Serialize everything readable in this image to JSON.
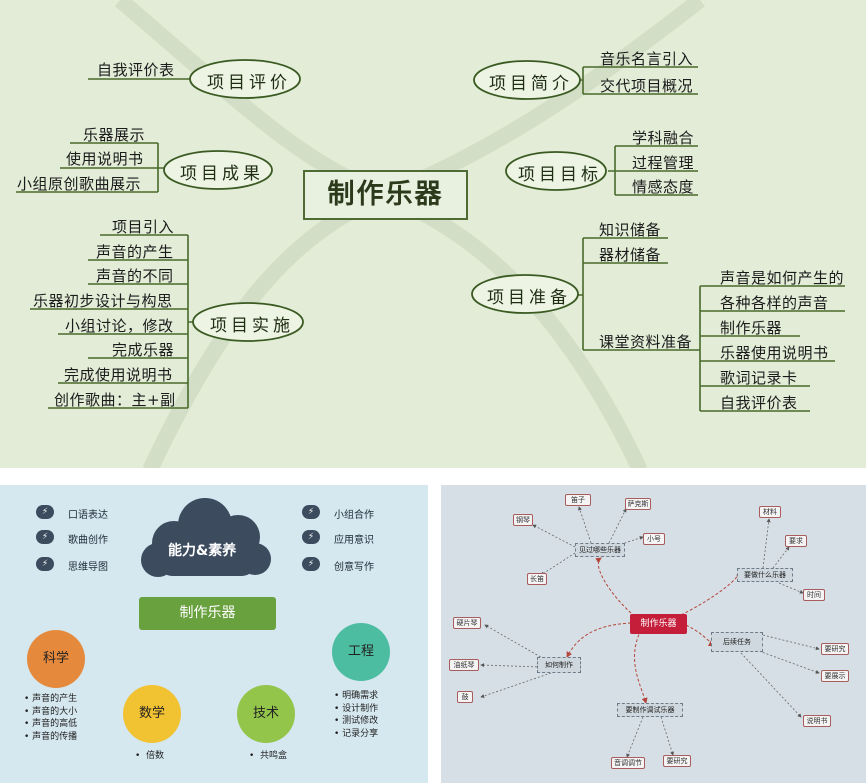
{
  "mindmap": {
    "center": "制作乐器",
    "branches": {
      "evaluation": {
        "label": "项目评价",
        "items": [
          "自我评价表"
        ]
      },
      "results": {
        "label": "项目成果",
        "items": [
          "乐器展示",
          "使用说明书",
          "小组原创歌曲展示"
        ]
      },
      "implementation": {
        "label": "项目实施",
        "items": [
          "项目引入",
          "声音的产生",
          "声音的不同",
          "乐器初步设计与构思",
          "小组讨论，修改",
          "完成乐器",
          "完成使用说明书",
          "创作歌曲：主+副"
        ]
      },
      "intro": {
        "label": "项目简介",
        "items": [
          "音乐名言引入",
          "交代项目概况"
        ]
      },
      "goals": {
        "label": "项目目标",
        "items": [
          "学科融合",
          "过程管理",
          "情感态度"
        ]
      },
      "prep": {
        "label": "项目准备",
        "items": [
          "知识储备",
          "器材储备",
          "课堂资料准备"
        ],
        "sub_items": [
          "声音是如何产生的",
          "各种各样的声音",
          "制作乐器",
          "乐器使用说明书",
          "歌词记录卡",
          "自我评价表"
        ]
      }
    }
  },
  "competency": {
    "cloud": "能力&素养",
    "left_items": [
      "口语表达",
      "歌曲创作",
      "思维导图"
    ],
    "right_items": [
      "小组合作",
      "应用意识",
      "创意写作"
    ],
    "project_bar": "制作乐器",
    "science": {
      "label": "科学",
      "bullets": [
        "声音的产生",
        "声音的大小",
        "声音的高低",
        "声音的传播"
      ]
    },
    "math": {
      "label": "数学",
      "bullets": [
        "倍数"
      ]
    },
    "tech": {
      "label": "技术",
      "bullets": [
        "共鸣盒"
      ]
    },
    "engineering": {
      "label": "工程",
      "bullets": [
        "明确需求",
        "设计制作",
        "测试修改",
        "记录分享"
      ]
    },
    "icon": "cloud-lightning-icon",
    "colors": {
      "cloud": "#3c4b5e",
      "bar": "#6aa13f",
      "science": "#e58a3c",
      "math": "#f1c232",
      "tech": "#93c54b",
      "engineering": "#4dbda2"
    }
  },
  "concept_map": {
    "center": "制作乐器",
    "hubs": [
      "见过哪些乐器",
      "要做什么乐器",
      "后续任务",
      "要制作调试乐器",
      "如何制作"
    ],
    "leaves_instruments": [
      "笛子",
      "萨克斯",
      "小号",
      "钢琴",
      "长笛"
    ],
    "leaves_make": [
      "材料",
      "要求",
      "时间"
    ],
    "leaves_follow": [
      "要研究",
      "要展示",
      "说明书"
    ],
    "leaves_debug": [
      "音调调节",
      "要研究"
    ],
    "leaves_how": [
      "硬片琴",
      "油纸琴",
      "鼓"
    ],
    "colors": {
      "center": "#c41e3a",
      "edge": "#b4473c"
    }
  }
}
